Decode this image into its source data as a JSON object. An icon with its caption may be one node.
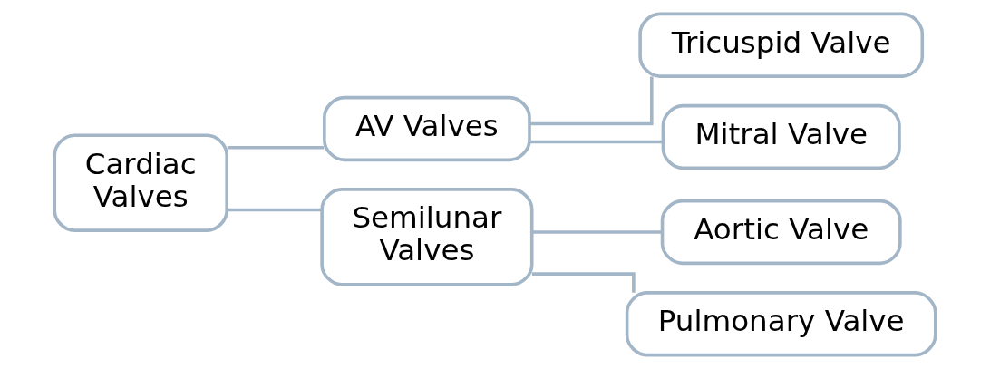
{
  "diagram": {
    "nodes": [
      {
        "text": [
          "Cardiac Valves"
        ]
      },
      {
        "text": [
          "AV Valves"
        ]
      },
      {
        "text": [
          "Semilunar Valves"
        ]
      },
      {
        "text": [
          "Tricuspid Valve"
        ]
      },
      {
        "text": [
          "Mitral Valve"
        ]
      },
      {
        "text": [
          "Aortic Valve"
        ]
      },
      {
        "text": [
          "Pulmonary Valve"
        ]
      }
    ],
    "edges": [
      {
        "from": 0,
        "to": 1,
        "arrow": "none"
      },
      {
        "from": 0,
        "to": 2,
        "arrow": "none"
      },
      {
        "from": 1,
        "to": 3,
        "arrow": "none"
      },
      {
        "from": 1,
        "to": 4,
        "arrow": "none"
      },
      {
        "from": 2,
        "to": 5,
        "arrow": "none"
      },
      {
        "from": 2,
        "to": 6,
        "arrow": "none"
      }
    ]
  }
}
